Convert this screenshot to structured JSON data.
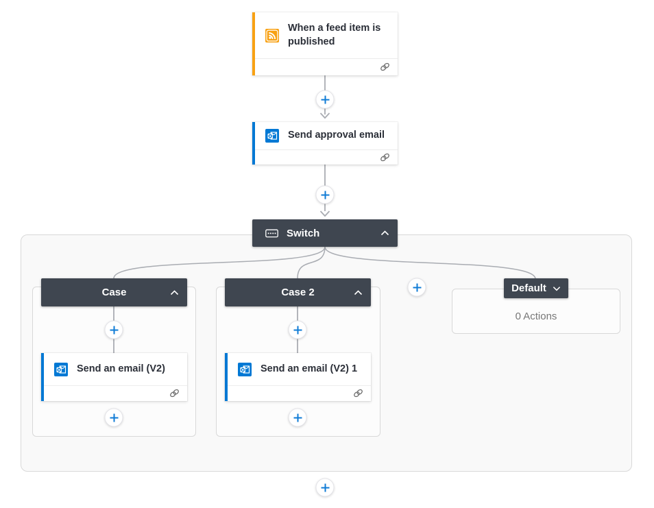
{
  "flow": {
    "trigger": {
      "title": "When a feed item is published"
    },
    "approval": {
      "title": "Send approval email"
    },
    "switch": {
      "title": "Switch",
      "cases": [
        {
          "label": "Case",
          "action_title": "Send an email (V2)"
        },
        {
          "label": "Case 2",
          "action_title": "Send an email (V2) 1"
        }
      ],
      "default": {
        "label": "Default",
        "empty_text": "0 Actions"
      }
    }
  },
  "icons": {
    "trigger": "rss-icon",
    "email_action": "outlook-icon",
    "switch_control": "switch-control-icon",
    "collapse": "chevron-up-icon",
    "expand": "chevron-down-icon",
    "connection": "link-icon",
    "insert_step": "plus-icon",
    "flow_direction": "arrow-down-icon"
  },
  "colors": {
    "accent_trigger": "#F8A113",
    "accent_action": "#0078D4",
    "header_dark": "#3F4650",
    "plus_blue": "#0F7BD6",
    "connector": "#A9ACB2",
    "container_bg": "#F9F9F9",
    "container_border": "#D8D8D8",
    "card_text": "#2B2F38",
    "empty_text": "#777777"
  }
}
